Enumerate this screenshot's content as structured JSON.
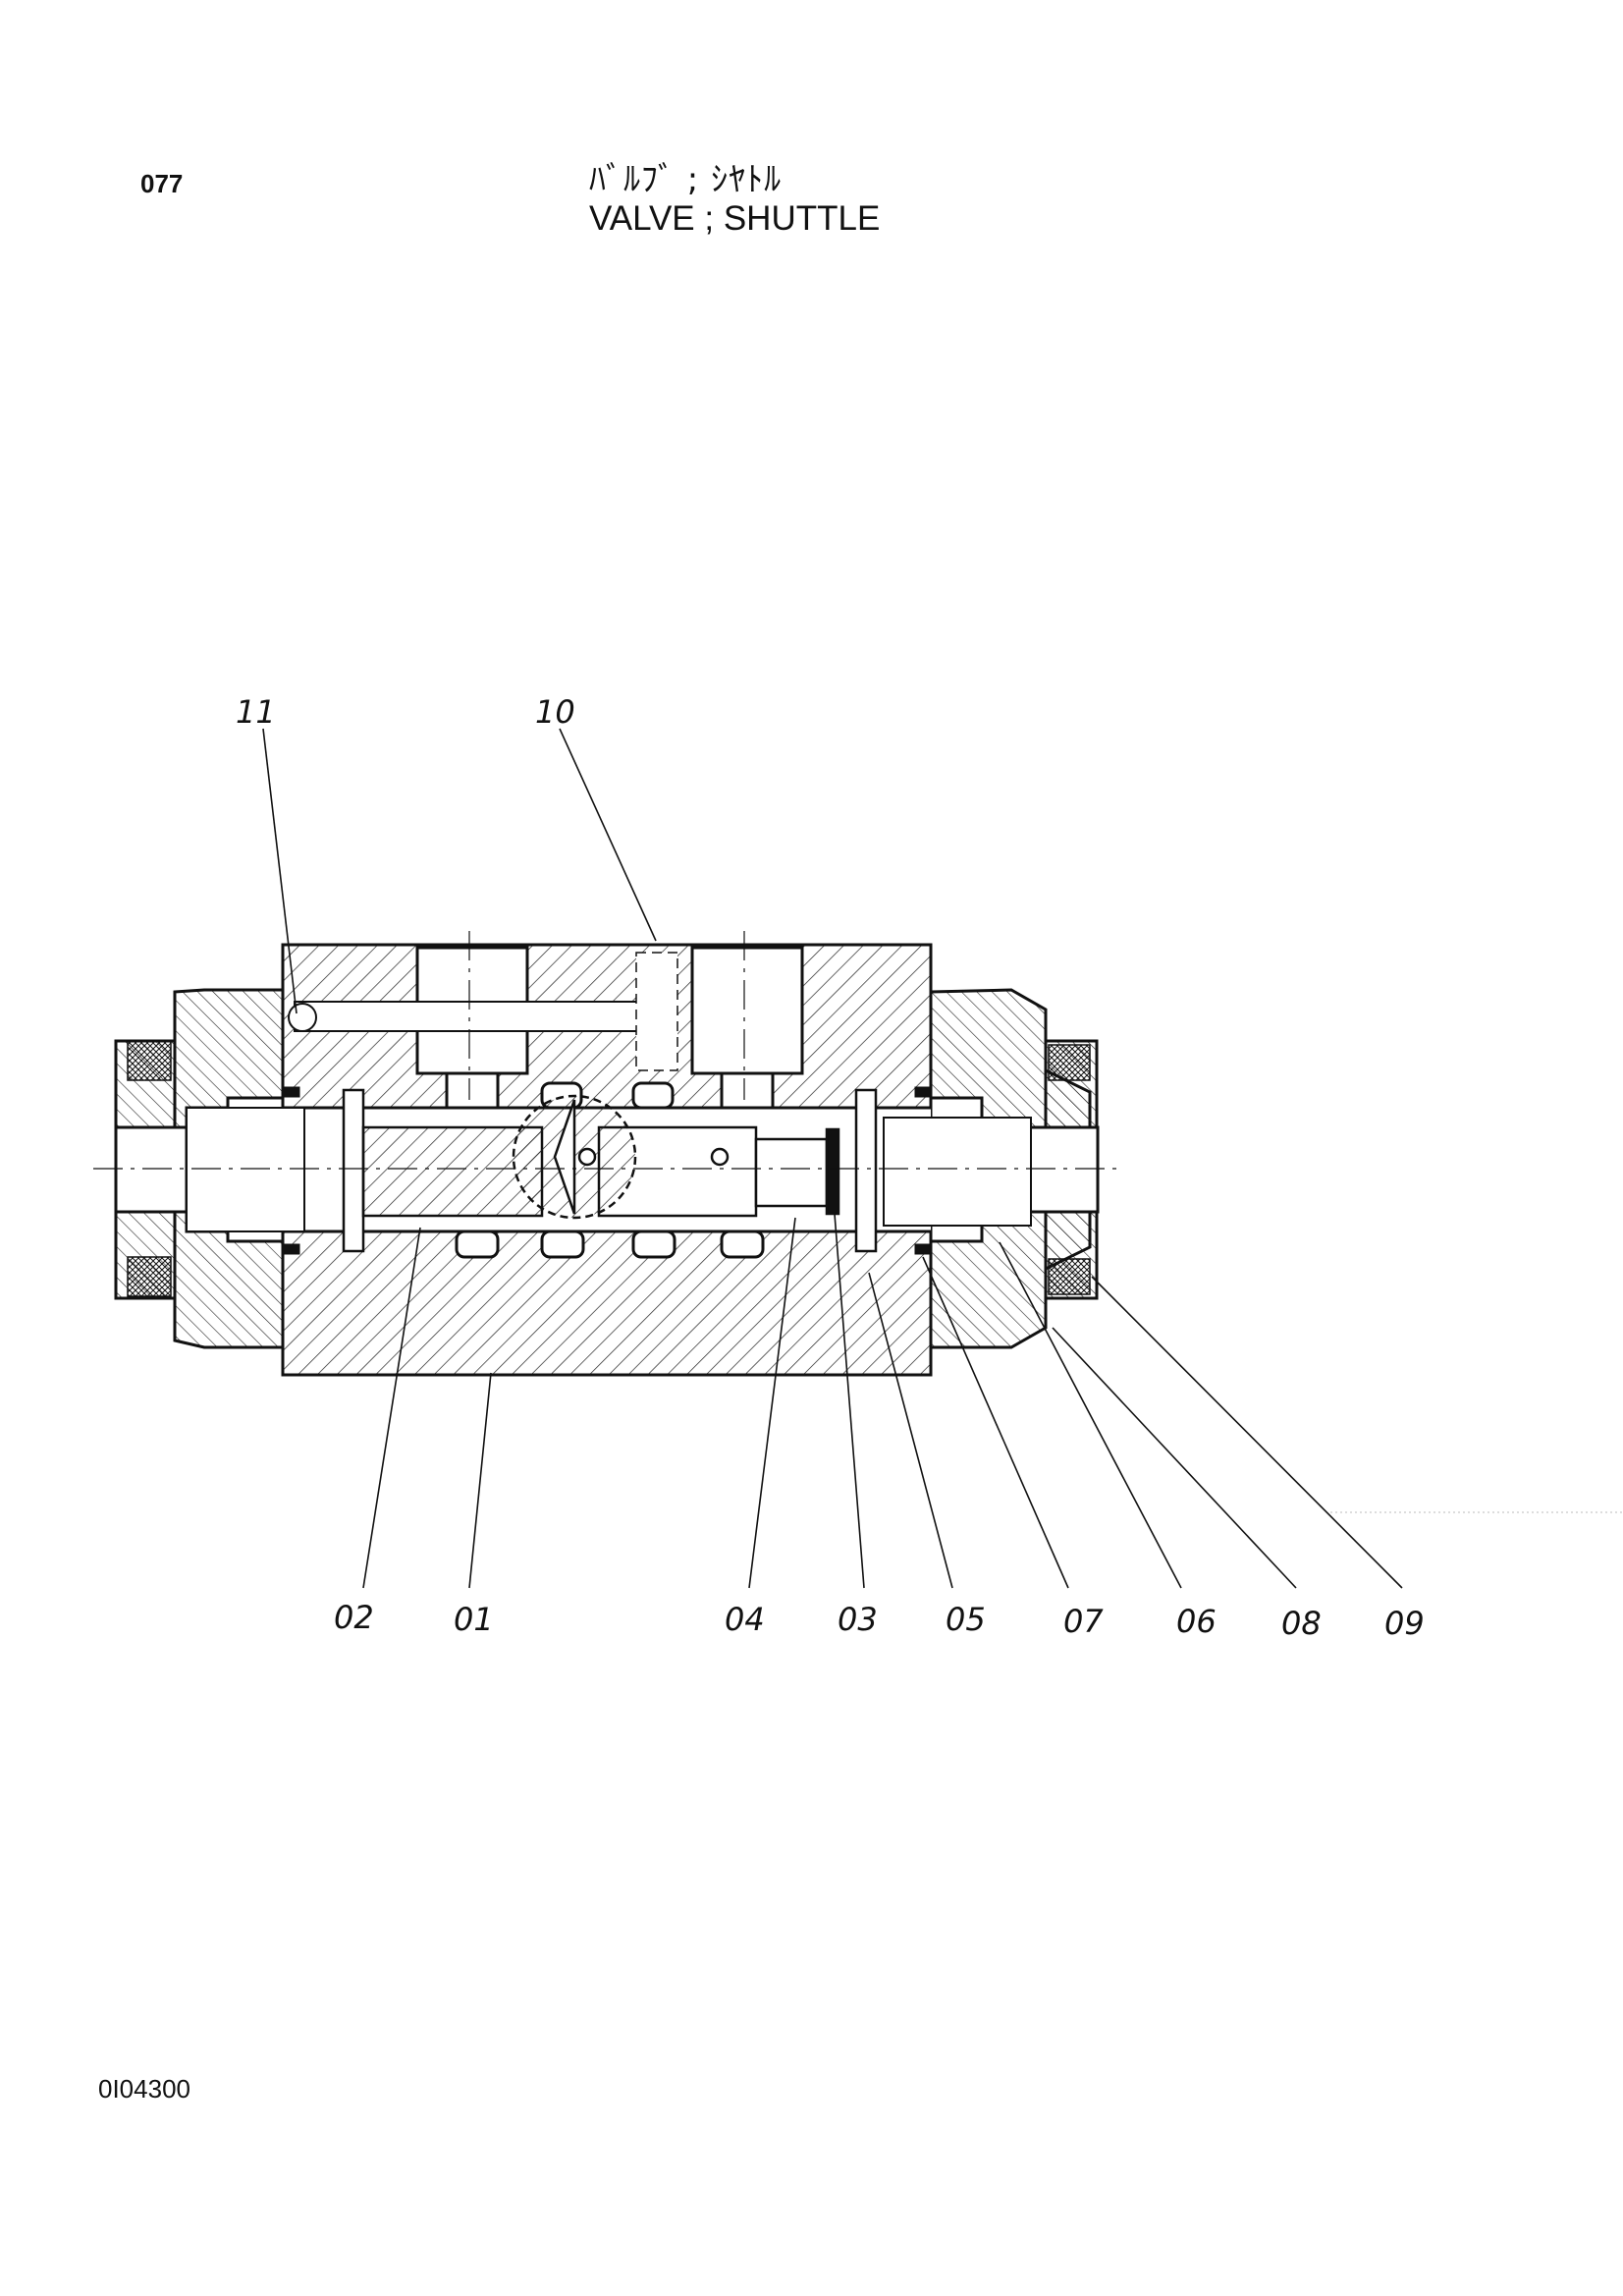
{
  "header": {
    "page_number": "077",
    "title_jp": "ﾊﾞﾙﾌﾞ ; ｼﾔﾄﾙ",
    "title_en": "VALVE ; SHUTTLE"
  },
  "callouts": [
    {
      "id": "c11",
      "label": "11"
    },
    {
      "id": "c10",
      "label": "10"
    },
    {
      "id": "c02",
      "label": "02"
    },
    {
      "id": "c01",
      "label": "01"
    },
    {
      "id": "c04",
      "label": "04"
    },
    {
      "id": "c03",
      "label": "03"
    },
    {
      "id": "c05",
      "label": "05"
    },
    {
      "id": "c07",
      "label": "07"
    },
    {
      "id": "c06",
      "label": "06"
    },
    {
      "id": "c08",
      "label": "08"
    },
    {
      "id": "c09",
      "label": "09"
    }
  ],
  "footer": {
    "doc_code": "0I04300"
  },
  "colors": {
    "ink": "#111111",
    "paper": "#ffffff"
  }
}
